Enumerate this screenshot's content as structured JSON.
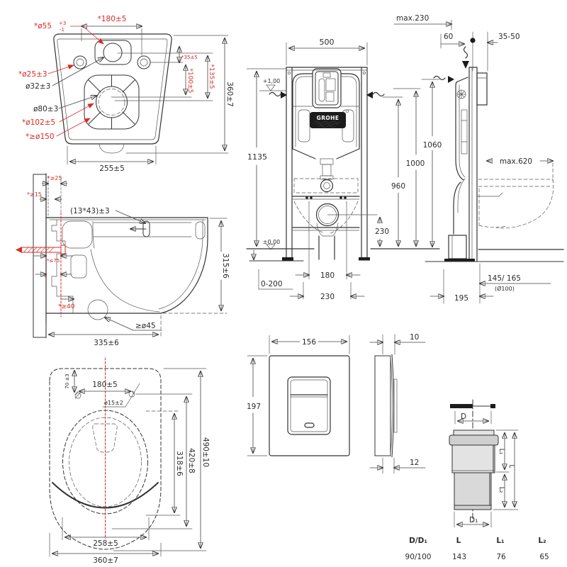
{
  "colors": {
    "accent_red": "#d92b26",
    "line": "#333333"
  },
  "views": {
    "bowl_top": {
      "d55": "*ø55",
      "d55_tol_plus": "+3",
      "d55_tol_minus": "-1",
      "w180": "*180±5",
      "d25": "*ø25±3",
      "d32": "ø32±3",
      "d80": "ø80±3",
      "d102": "*ø102±5",
      "d150": "*≥ø150",
      "w255": "255±5",
      "h360": "360±7",
      "h35": "*35±5",
      "h100": "*100±5",
      "h135": "*135±5"
    },
    "bowl_side": {
      "g25": "*≥25",
      "g15": "*≥15",
      "slot": "(13*43)±3",
      "le75": "*≤75",
      "star": "*",
      "g40": "*≥40",
      "d45": "≥ø45",
      "h315": "315±6",
      "w335": "335±6"
    },
    "seat_top": {
      "h70": "70 ±3",
      "w180": "180±5",
      "d15": "ø15±2",
      "h318": "318±6",
      "h420": "420±8",
      "h490": "490±10",
      "w258": "258±5",
      "w360": "360±7"
    },
    "frame_front": {
      "w500": "500",
      "h1135": "1135",
      "lvl_plus": "+1,00",
      "lvl_zero": "±0,00",
      "h960": "960",
      "h1000": "1000",
      "h230": "230",
      "adj": "0-200",
      "w180": "180",
      "w230": "230",
      "brand": "GROHE"
    },
    "frame_side": {
      "max230": "max.230",
      "w60": "60",
      "w3550": "35-50",
      "h1060": "1060",
      "max620": "max.620",
      "w145": "145/ 165",
      "d100": "(Ø100)",
      "w195": "195"
    },
    "plate": {
      "w156": "156",
      "h197": "197",
      "t10": "10",
      "t12": "12"
    },
    "pipe": {
      "d": "D",
      "d1": "D₁",
      "l": "L",
      "l1": "L₁",
      "l2": "L₂"
    },
    "pipe_table": {
      "headers": [
        "D/D₁",
        "L",
        "L₁",
        "L₂"
      ],
      "rows": [
        [
          "90/100",
          "143",
          "76",
          "65"
        ]
      ]
    }
  }
}
